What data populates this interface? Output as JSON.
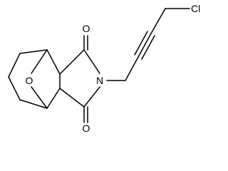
{
  "molecule": {
    "atoms": {
      "carbonyl_oxygen_top": "O",
      "carbonyl_oxygen_bottom": "O",
      "imide_nitrogen": "N",
      "bridge_oxygen": "O",
      "chlorine": "Cl"
    },
    "colors": {
      "bond": "#000000",
      "label": "#000000",
      "background": "#ffffff"
    }
  }
}
